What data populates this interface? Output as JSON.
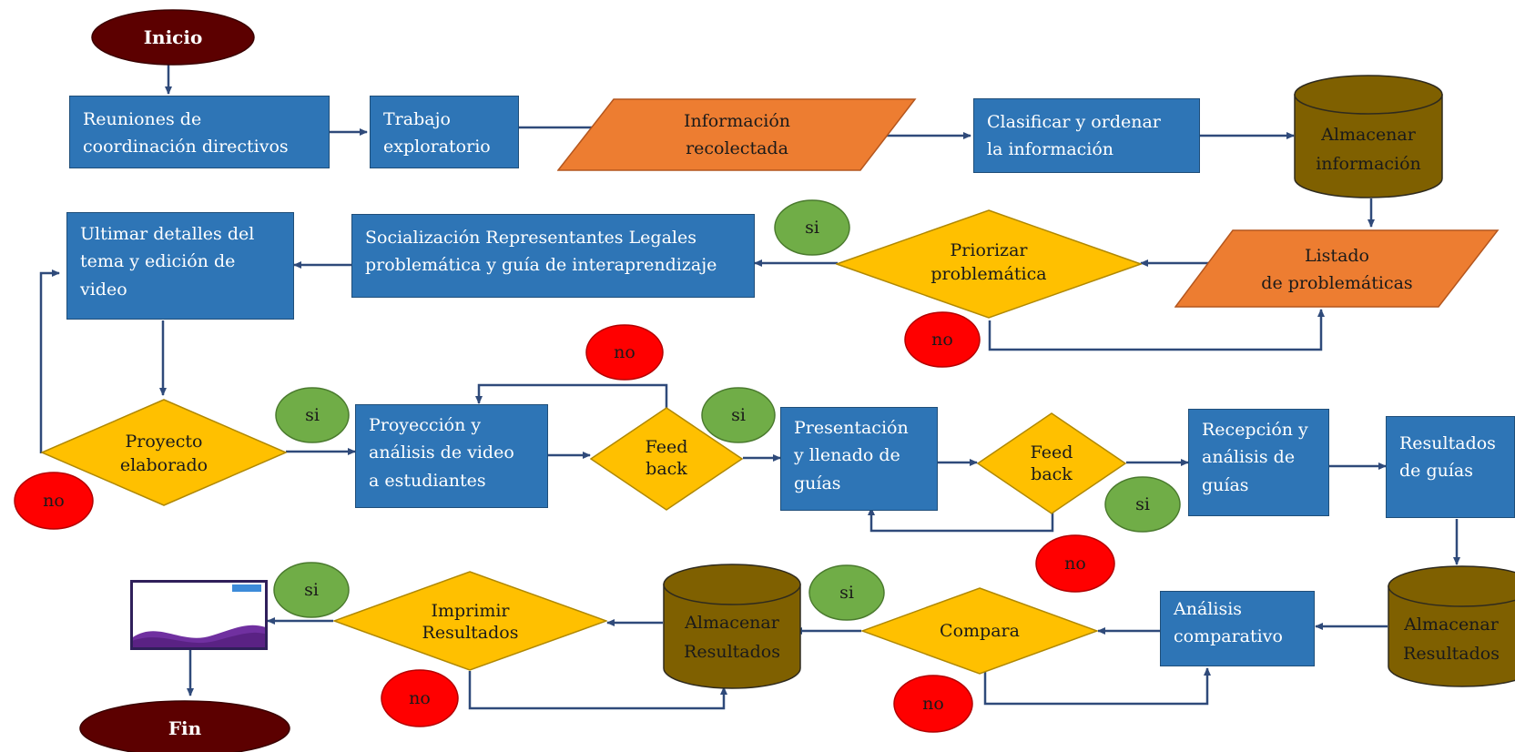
{
  "colors": {
    "process": "#2e75b6",
    "decision": "#ffc000",
    "io": "#ed7d31",
    "storage": "#7f6000",
    "terminal": "#5c0000",
    "yes": "#70ad47",
    "no": "#ff0000",
    "arrow": "#2f4a7a"
  },
  "terminals": {
    "start": "Inicio",
    "end": "Fin"
  },
  "row1": {
    "meetings": "Reuniones de\ncoordinación directivos",
    "exploratory": "Trabajo\nexploratorio",
    "info_collected": "Información\nrecolectada",
    "classify": "Clasificar y ordenar\nla información",
    "store_info": "Almacenar\ninformación"
  },
  "row2": {
    "finalize": "Ultimar detalles del\ntema y edición de\nvideo",
    "socialization": "Socialización Representantes Legales\nproblemática y guía de interaprendizaje",
    "prioritize": "Priorizar\nproblemática",
    "problem_list": "Listado\nde problemáticas"
  },
  "row3": {
    "project": "Proyecto\nelaborado",
    "projection": "Proyección y\nanálisis de video\na estudiantes",
    "feedback1": "Feed\nback",
    "presentation": "Presentación\ny llenado de\nguías",
    "feedback2": "Feed\nback",
    "reception": "Recepción y\nanálisis de\nguías",
    "guide_results": "Resultados\nde guías"
  },
  "row4": {
    "store_results_right": "Almacenar\nResultados",
    "comparative": "Análisis\ncomparativo",
    "compare": "Compara",
    "store_results_mid": "Almacenar\nResultados",
    "print": "Imprimir\nResultados"
  },
  "labels": {
    "yes": "si",
    "no": "no"
  }
}
